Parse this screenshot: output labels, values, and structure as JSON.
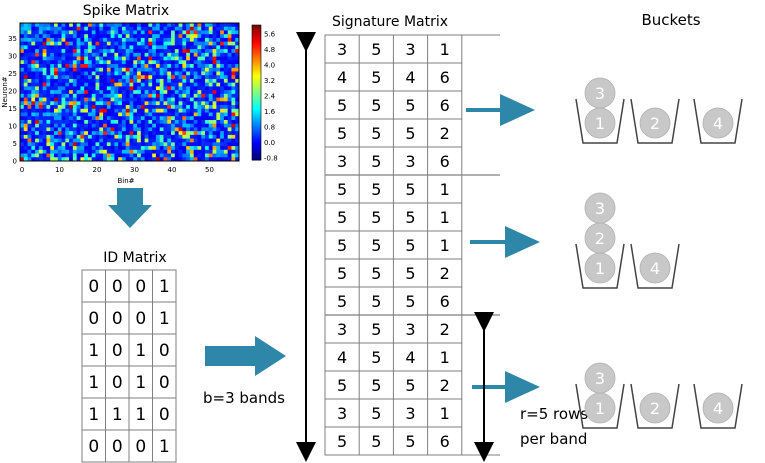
{
  "spike_matrix": {
    "title": "Spike Matrix",
    "ylabel": "Neuron#",
    "xlabel": "Bin#",
    "x_ticks": [
      "0",
      "10",
      "20",
      "30",
      "40",
      "50"
    ],
    "y_ticks": [
      "0",
      "5",
      "10",
      "15",
      "20",
      "25",
      "30",
      "35"
    ],
    "colorbar_ticks": [
      "5.6",
      "4.8",
      "4.0",
      "3.2",
      "2.4",
      "1.6",
      "0.8",
      "0.0",
      "-0.8"
    ]
  },
  "id_matrix": {
    "title": "ID Matrix",
    "rows": [
      [
        "0",
        "0",
        "0",
        "1"
      ],
      [
        "0",
        "0",
        "0",
        "1"
      ],
      [
        "1",
        "0",
        "1",
        "0"
      ],
      [
        "1",
        "0",
        "1",
        "0"
      ],
      [
        "1",
        "1",
        "1",
        "0"
      ],
      [
        "0",
        "0",
        "0",
        "1"
      ]
    ]
  },
  "signature_matrix": {
    "title": "Signature Matrix",
    "rows": [
      [
        "3",
        "5",
        "3",
        "1"
      ],
      [
        "4",
        "5",
        "4",
        "6"
      ],
      [
        "5",
        "5",
        "5",
        "6"
      ],
      [
        "5",
        "5",
        "5",
        "2"
      ],
      [
        "3",
        "5",
        "3",
        "6"
      ],
      [
        "5",
        "5",
        "5",
        "1"
      ],
      [
        "5",
        "5",
        "5",
        "1"
      ],
      [
        "5",
        "5",
        "5",
        "1"
      ],
      [
        "5",
        "5",
        "5",
        "2"
      ],
      [
        "5",
        "5",
        "5",
        "6"
      ],
      [
        "3",
        "5",
        "3",
        "2"
      ],
      [
        "4",
        "5",
        "4",
        "1"
      ],
      [
        "5",
        "5",
        "5",
        "2"
      ],
      [
        "3",
        "5",
        "3",
        "1"
      ],
      [
        "5",
        "5",
        "5",
        "6"
      ]
    ]
  },
  "labels": {
    "bands": "b=3 bands",
    "rows_per_band_1": "r=5 rows",
    "rows_per_band_2": "per band",
    "buckets_title": "Buckets"
  },
  "buckets": [
    [
      [
        "1",
        "3"
      ],
      [
        "2"
      ],
      [
        "4"
      ]
    ],
    [
      [
        "1",
        "2",
        "3"
      ],
      [
        "4"
      ]
    ],
    [
      [
        "1",
        "3"
      ],
      [
        "2"
      ],
      [
        "4"
      ]
    ]
  ],
  "colors": {
    "arrow": "#2e86a8",
    "ball": "#c8c8c8",
    "ball_text": "#ffffff",
    "grid": "#7f7f7f"
  }
}
